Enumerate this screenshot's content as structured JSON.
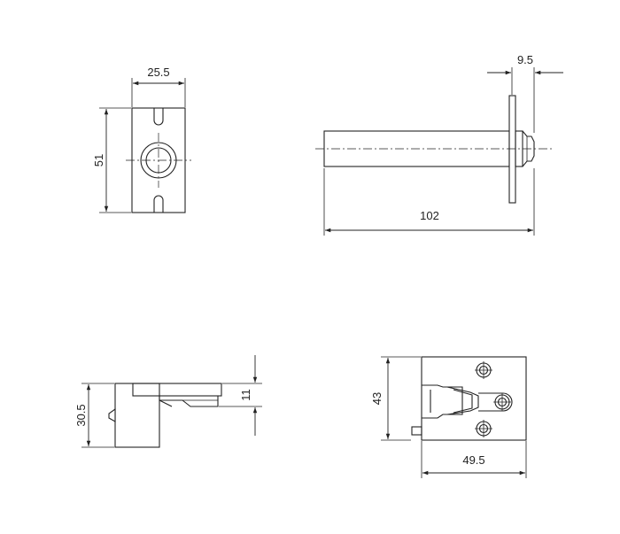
{
  "dimensions": {
    "front_width": "25.5",
    "front_height": "51",
    "side_flange": "9.5",
    "side_length": "102",
    "bottom_height": "30.5",
    "bottom_lip": "11",
    "keep_height": "43",
    "keep_width": "49.5"
  }
}
